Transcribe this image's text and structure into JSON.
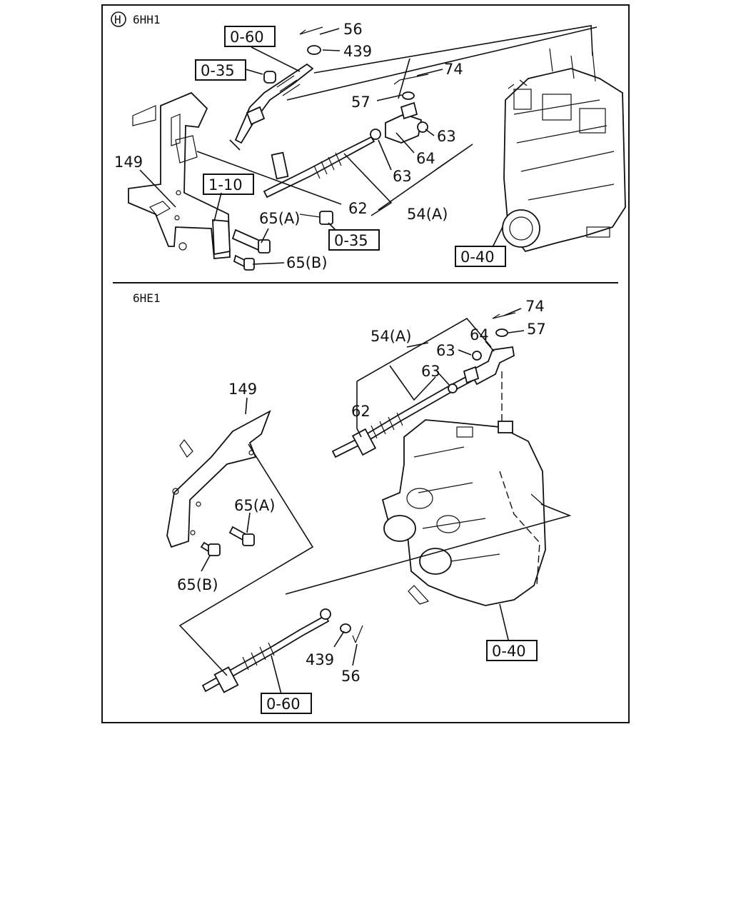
{
  "sections": {
    "top": {
      "marker": "H",
      "model": "6HH1"
    },
    "bottom": {
      "model": "6HE1"
    }
  },
  "top_labels": {
    "l56": "56",
    "l439": "439",
    "l74": "74",
    "l57": "57",
    "l63a": "63",
    "l64": "64",
    "l63b": "63",
    "l149": "149",
    "l62": "62",
    "l54a": "54(A)",
    "l65a": "65(A)",
    "l65b": "65(B)"
  },
  "top_refs": {
    "r060": "0-60",
    "r035a": "0-35",
    "r110": "1-10",
    "r035b": "0-35",
    "r040": "0-40"
  },
  "bottom_labels": {
    "l74": "74",
    "l64": "64",
    "l57": "57",
    "l54a": "54(A)",
    "l63a": "63",
    "l63b": "63",
    "l149": "149",
    "l62": "62",
    "l65a": "65(A)",
    "l65b": "65(B)",
    "l439": "439",
    "l56": "56"
  },
  "bottom_refs": {
    "r040": "0-40",
    "r060": "0-60"
  }
}
